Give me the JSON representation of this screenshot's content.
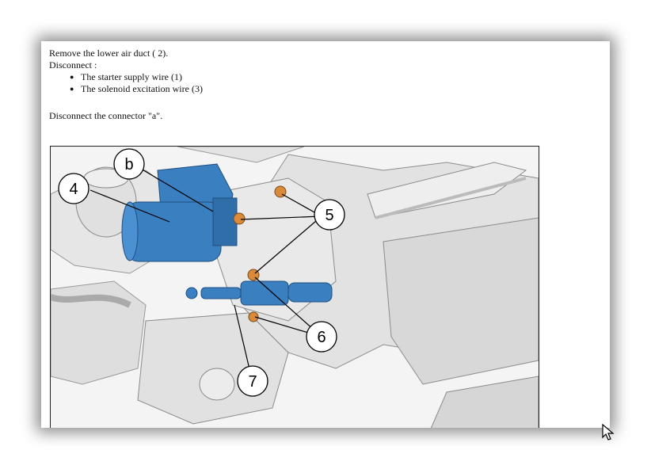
{
  "instructions": {
    "line1": "Remove the lower air duct ( 2).",
    "line2": "Disconnect :",
    "bullets": [
      "The starter supply wire (1)",
      "The solenoid excitation wire (3)"
    ],
    "line3": "Disconnect the connector \"a\"."
  },
  "figure": {
    "callouts": [
      "b",
      "4",
      "5",
      "6",
      "7"
    ]
  },
  "colors": {
    "part_blue": "#3a7fc0",
    "bolt_orange": "#d98a3a",
    "engine_gray": "#d9d9d9"
  },
  "icons": {
    "cursor": "arrow-cursor-icon"
  }
}
